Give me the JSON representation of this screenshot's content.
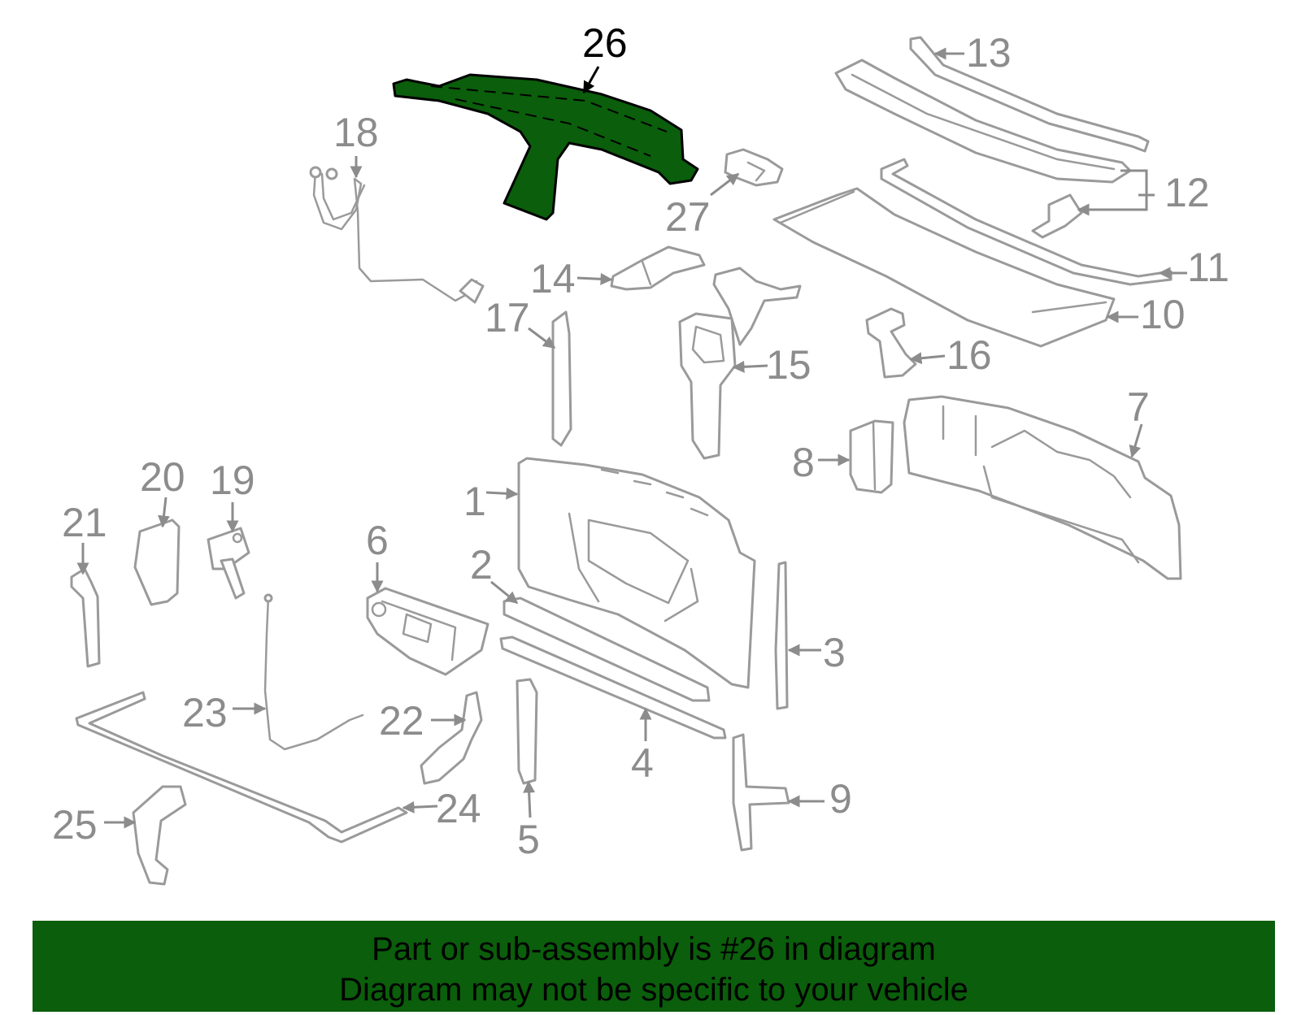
{
  "colors": {
    "highlight": "#0b5e0b",
    "banner": "#0b5e0b",
    "parts_line": "#9a9a9a",
    "callout_text": "#8c8c8c"
  },
  "highlighted_callout": "26",
  "callouts": {
    "c1": "1",
    "c2": "2",
    "c3": "3",
    "c4": "4",
    "c5": "5",
    "c6": "6",
    "c7": "7",
    "c8": "8",
    "c9": "9",
    "c10": "10",
    "c11": "11",
    "c12": "12",
    "c13": "13",
    "c14": "14",
    "c15": "15",
    "c16": "16",
    "c17": "17",
    "c18": "18",
    "c19": "19",
    "c20": "20",
    "c21": "21",
    "c22": "22",
    "c23": "23",
    "c24": "24",
    "c25": "25",
    "c26": "26",
    "c27": "27"
  },
  "banner": {
    "line1": "Part or sub-assembly is #26 in diagram",
    "line2": "Diagram may not be specific to your vehicle"
  }
}
